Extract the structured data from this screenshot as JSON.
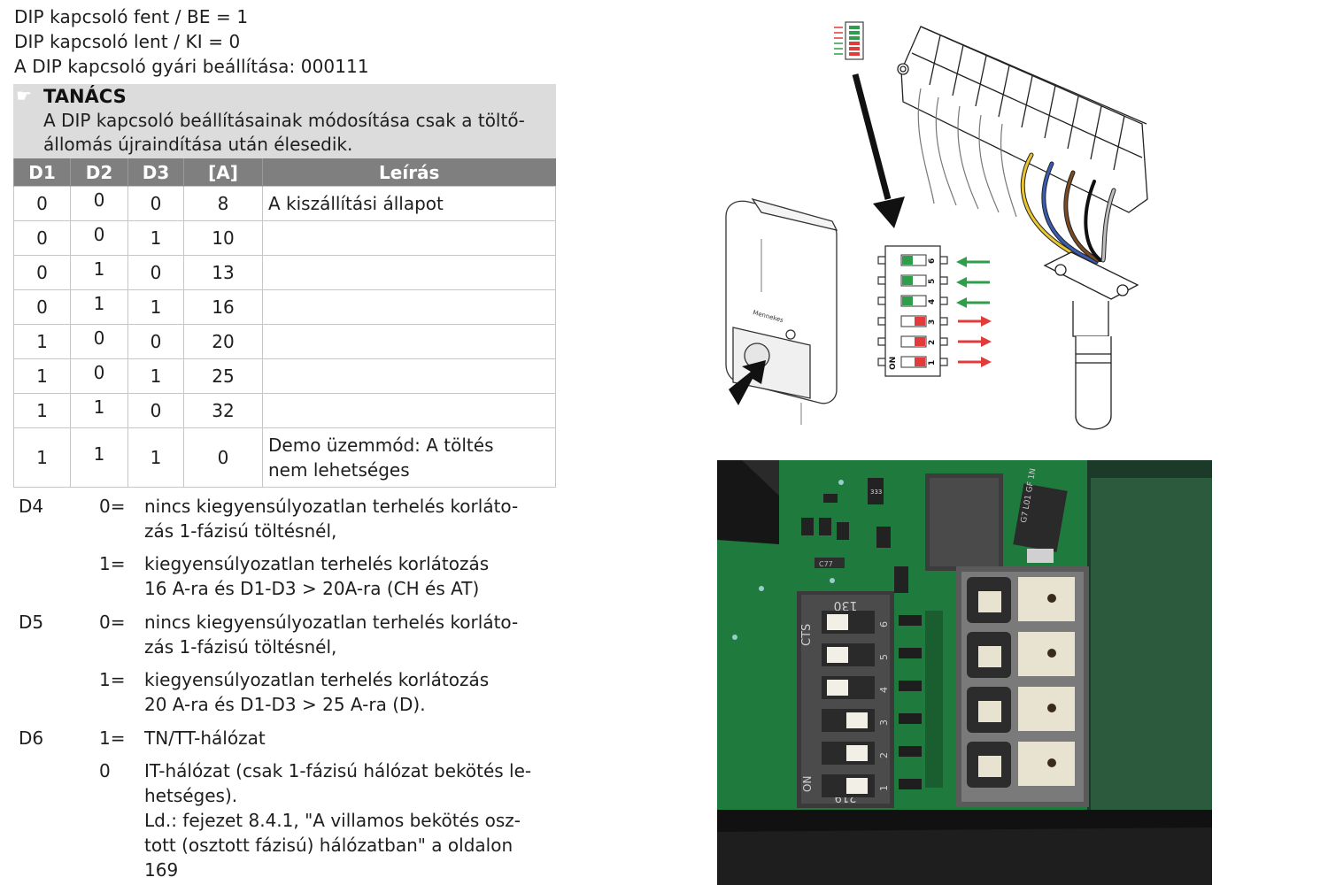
{
  "header": {
    "line1": "DIP kapcsoló fent / BE = 1",
    "line2": "DIP kapcsoló lent / KI = 0",
    "line3": "A DIP kapcsoló gyári beállítása: 000111"
  },
  "tip": {
    "title": "TANÁCS",
    "line1": "A DIP kapcsoló beállításainak módosítása csak a töltő-",
    "line2": "állomás újraindítása után élesedik."
  },
  "table": {
    "headers": [
      "D1",
      "D2",
      "D3",
      "[A]",
      "Leírás"
    ],
    "rows": [
      {
        "d1": "0",
        "d2": "0",
        "d3": "0",
        "a": "8",
        "desc1": "A kiszállítási állapot",
        "desc2": ""
      },
      {
        "d1": "0",
        "d2": "0",
        "d3": "1",
        "a": "10",
        "desc1": "",
        "desc2": ""
      },
      {
        "d1": "0",
        "d2": "1",
        "d3": "0",
        "a": "13",
        "desc1": "",
        "desc2": ""
      },
      {
        "d1": "0",
        "d2": "1",
        "d3": "1",
        "a": "16",
        "desc1": "",
        "desc2": ""
      },
      {
        "d1": "1",
        "d2": "0",
        "d3": "0",
        "a": "20",
        "desc1": "",
        "desc2": ""
      },
      {
        "d1": "1",
        "d2": "0",
        "d3": "1",
        "a": "25",
        "desc1": "",
        "desc2": ""
      },
      {
        "d1": "1",
        "d2": "1",
        "d3": "0",
        "a": "32",
        "desc1": "",
        "desc2": ""
      },
      {
        "d1": "1",
        "d2": "1",
        "d3": "1",
        "a": "0",
        "desc1": "Demo üzemmód: A töltés",
        "desc2": "nem lehetséges"
      }
    ]
  },
  "settings": {
    "d4": {
      "label": "D4",
      "v0": "0=",
      "t0_1": "nincs kiegyensúlyozatlan terhelés korláto-",
      "t0_2": "zás 1-fázisú töltésnél,",
      "v1": "1=",
      "t1_1": "kiegyensúlyozatlan terhelés korlátozás",
      "t1_2": "16 A-ra és D1-D3 > 20A-ra (CH és AT)"
    },
    "d5": {
      "label": "D5",
      "v0": "0=",
      "t0_1": "nincs kiegyensúlyozatlan terhelés korláto-",
      "t0_2": "zás 1-fázisú töltésnél,",
      "v1": "1=",
      "t1_1": "kiegyensúlyozatlan terhelés korlátozás",
      "t1_2": "20 A-ra és D1-D3 > 25 A-ra (D)."
    },
    "d6": {
      "label": "D6",
      "v1": "1=",
      "t1": "TN/TT-hálózat",
      "v0": "0",
      "t0_1": "IT-hálózat (csak 1-fázisú hálózat bekötés le-",
      "t0_2": "hetséges).",
      "t0_3": "Ld.: fejezet 8.4.1, \"A villamos bekötés osz-",
      "t0_4": "tott (osztott fázisú) hálózatban\" a oldalon",
      "t0_5": "169"
    }
  },
  "diagram": {
    "switch_numbers": [
      "6",
      "5",
      "4",
      "3",
      "2",
      "1"
    ],
    "on_label": "ON",
    "brand_label": "Mennekes"
  },
  "photo": {
    "cts_label": "CTS",
    "top_code": "130",
    "bottom_code": "219",
    "on_label": "ON",
    "switch_numbers": [
      "6",
      "5",
      "4",
      "3",
      "2",
      "1"
    ],
    "chip_label": "333",
    "diode_label": "G7 L01 GF 1N",
    "cap_label": "C77"
  },
  "colors": {
    "tip_bg": "#dcdcdc",
    "table_header_bg": "#7f7f7f",
    "arrow_green": "#2f9e4a",
    "arrow_red": "#e23b3b",
    "pcb_green": "#1f7a3e",
    "wire_yellow": "#e8c630",
    "wire_blue": "#3b5bb0",
    "wire_brown": "#7a4a22"
  }
}
